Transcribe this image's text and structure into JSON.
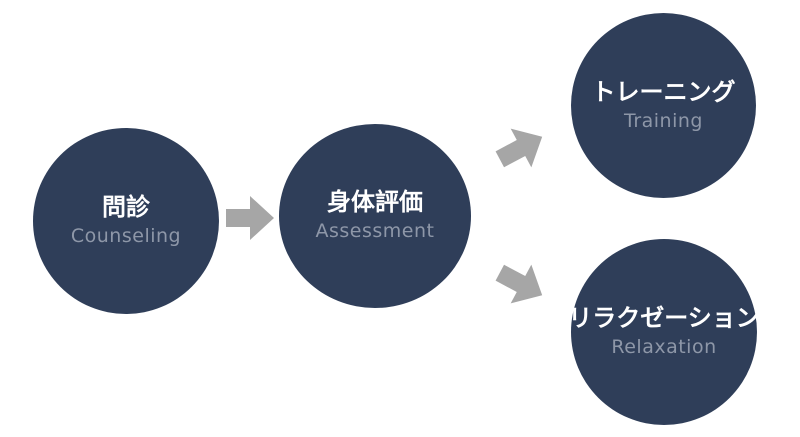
{
  "nodes": [
    {
      "id": "counseling",
      "title": "問診",
      "subtitle": "Counseling"
    },
    {
      "id": "assessment",
      "title": "身体評価",
      "subtitle": "Assessment"
    },
    {
      "id": "training",
      "title": "トレーニング",
      "subtitle": "Training"
    },
    {
      "id": "relaxation",
      "title": "リラクゼーション",
      "subtitle": "Relaxation"
    }
  ],
  "colors": {
    "circle": "#2f3e59",
    "title": "#ffffff",
    "subtitle": "#8e97a8",
    "arrow": "#a6a6a6"
  }
}
